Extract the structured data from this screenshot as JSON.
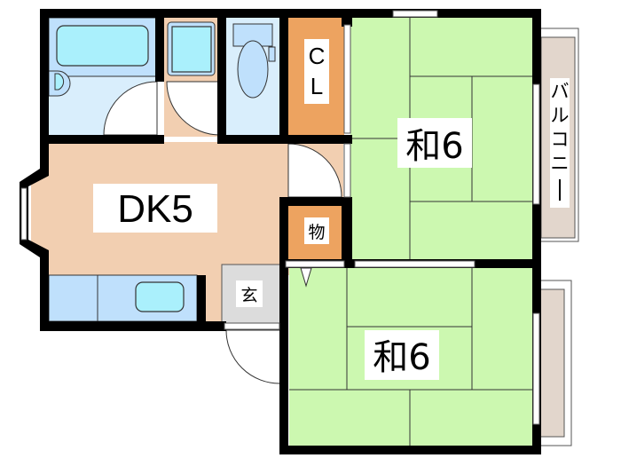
{
  "rooms": {
    "dk": "DK5",
    "washitsu_upper": "和6",
    "washitsu_lower": "和6",
    "closet_c": "C",
    "closet_l": "L",
    "storage": "物",
    "entrance": "玄",
    "balcony": [
      "バ",
      "ル",
      "コ",
      "ニ",
      "ー"
    ]
  },
  "colors": {
    "wall": "#000000",
    "tatami": "#ccf8b0",
    "dk_floor": "#f2cfb1",
    "wet_area": "#d9eefc",
    "fixture": "#aaf0fc",
    "closet": "#eda360",
    "entrance": "#dcdcdc",
    "balcony": "#e2d6cc",
    "kitchen": "#bfe0fc"
  }
}
